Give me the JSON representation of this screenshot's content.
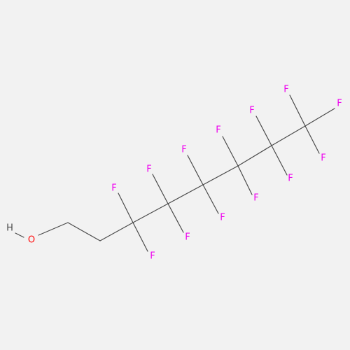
{
  "molecule": {
    "atoms": [
      {
        "id": "h",
        "label": "H",
        "color": "#4a4a4a"
      },
      {
        "id": "o",
        "label": "O",
        "color": "#ff0d0d"
      },
      {
        "id": "f1",
        "label": "F",
        "color": "#ee00ee"
      },
      {
        "id": "f2",
        "label": "F",
        "color": "#ee00ee"
      },
      {
        "id": "f3",
        "label": "F",
        "color": "#ee00ee"
      },
      {
        "id": "f4",
        "label": "F",
        "color": "#ee00ee"
      },
      {
        "id": "f5",
        "label": "F",
        "color": "#ee00ee"
      },
      {
        "id": "f6",
        "label": "F",
        "color": "#ee00ee"
      },
      {
        "id": "f7",
        "label": "F",
        "color": "#ee00ee"
      },
      {
        "id": "f8",
        "label": "F",
        "color": "#ee00ee"
      },
      {
        "id": "f9",
        "label": "F",
        "color": "#ee00ee"
      },
      {
        "id": "f10",
        "label": "F",
        "color": "#ee00ee"
      },
      {
        "id": "f11",
        "label": "F",
        "color": "#ee00ee"
      },
      {
        "id": "f12",
        "label": "F",
        "color": "#ee00ee"
      },
      {
        "id": "f13",
        "label": "F",
        "color": "#ee00ee"
      }
    ],
    "bond_color": "#4a4a4a",
    "background": "#f2f2f2"
  }
}
